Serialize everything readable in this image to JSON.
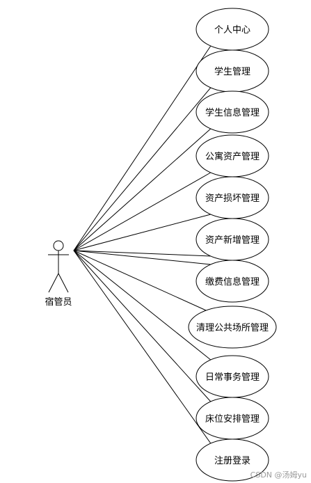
{
  "actor": {
    "name": "宿管员"
  },
  "use_cases": [
    "个人中心",
    "学生管理",
    "学生信息管理",
    "公寓资产管理",
    "资产损坏管理",
    "资产新增管理",
    "缴费信息管理",
    "清理公共场所管理",
    "日常事务管理",
    "床位安排管理",
    "注册登录"
  ],
  "watermark": "CSDN @汤姆yu"
}
